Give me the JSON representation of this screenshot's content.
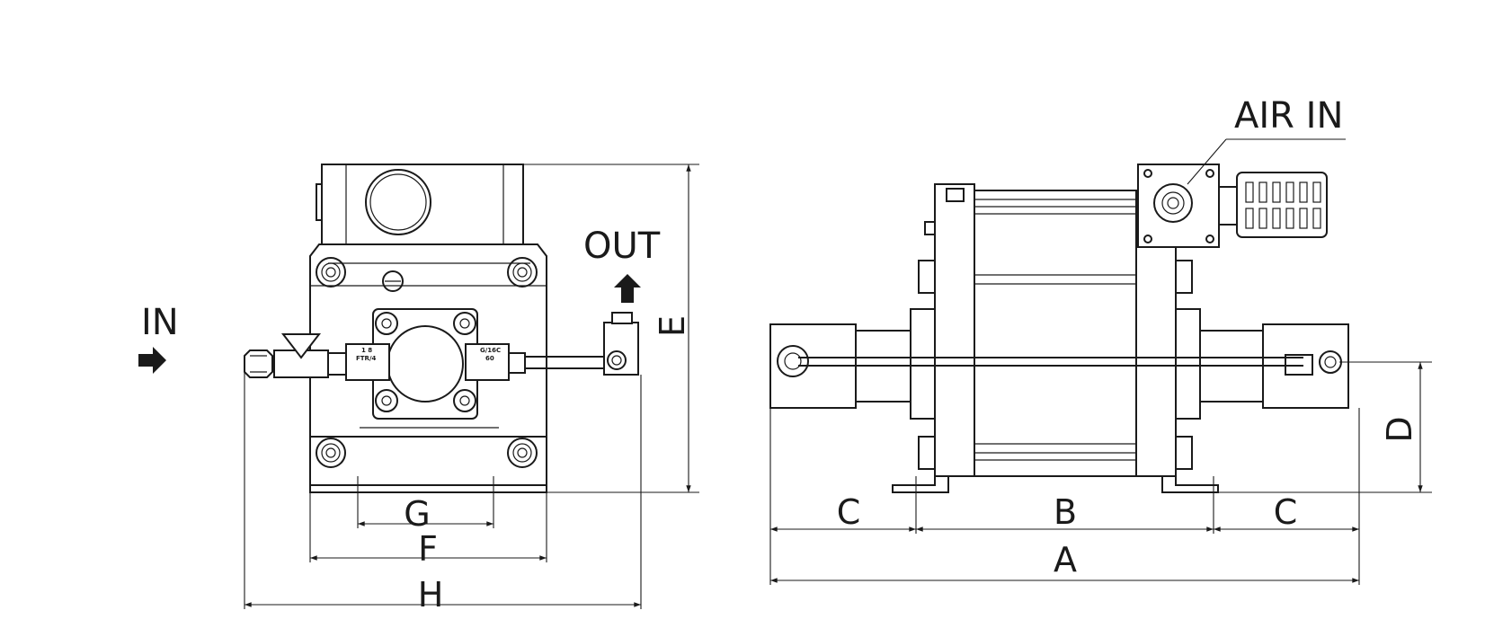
{
  "labels": {
    "in": "IN",
    "out": "OUT",
    "air_in": "AIR IN",
    "dim_a": "A",
    "dim_b": "B",
    "dim_c_left": "C",
    "dim_c_right": "C",
    "dim_d": "D",
    "dim_e": "E",
    "dim_f": "F",
    "dim_g": "G",
    "dim_h": "H"
  },
  "fitting_marks": {
    "left_top": "1 8",
    "left_bottom": "FTR/4",
    "right_top": "G/16C",
    "right_bottom": "60"
  }
}
